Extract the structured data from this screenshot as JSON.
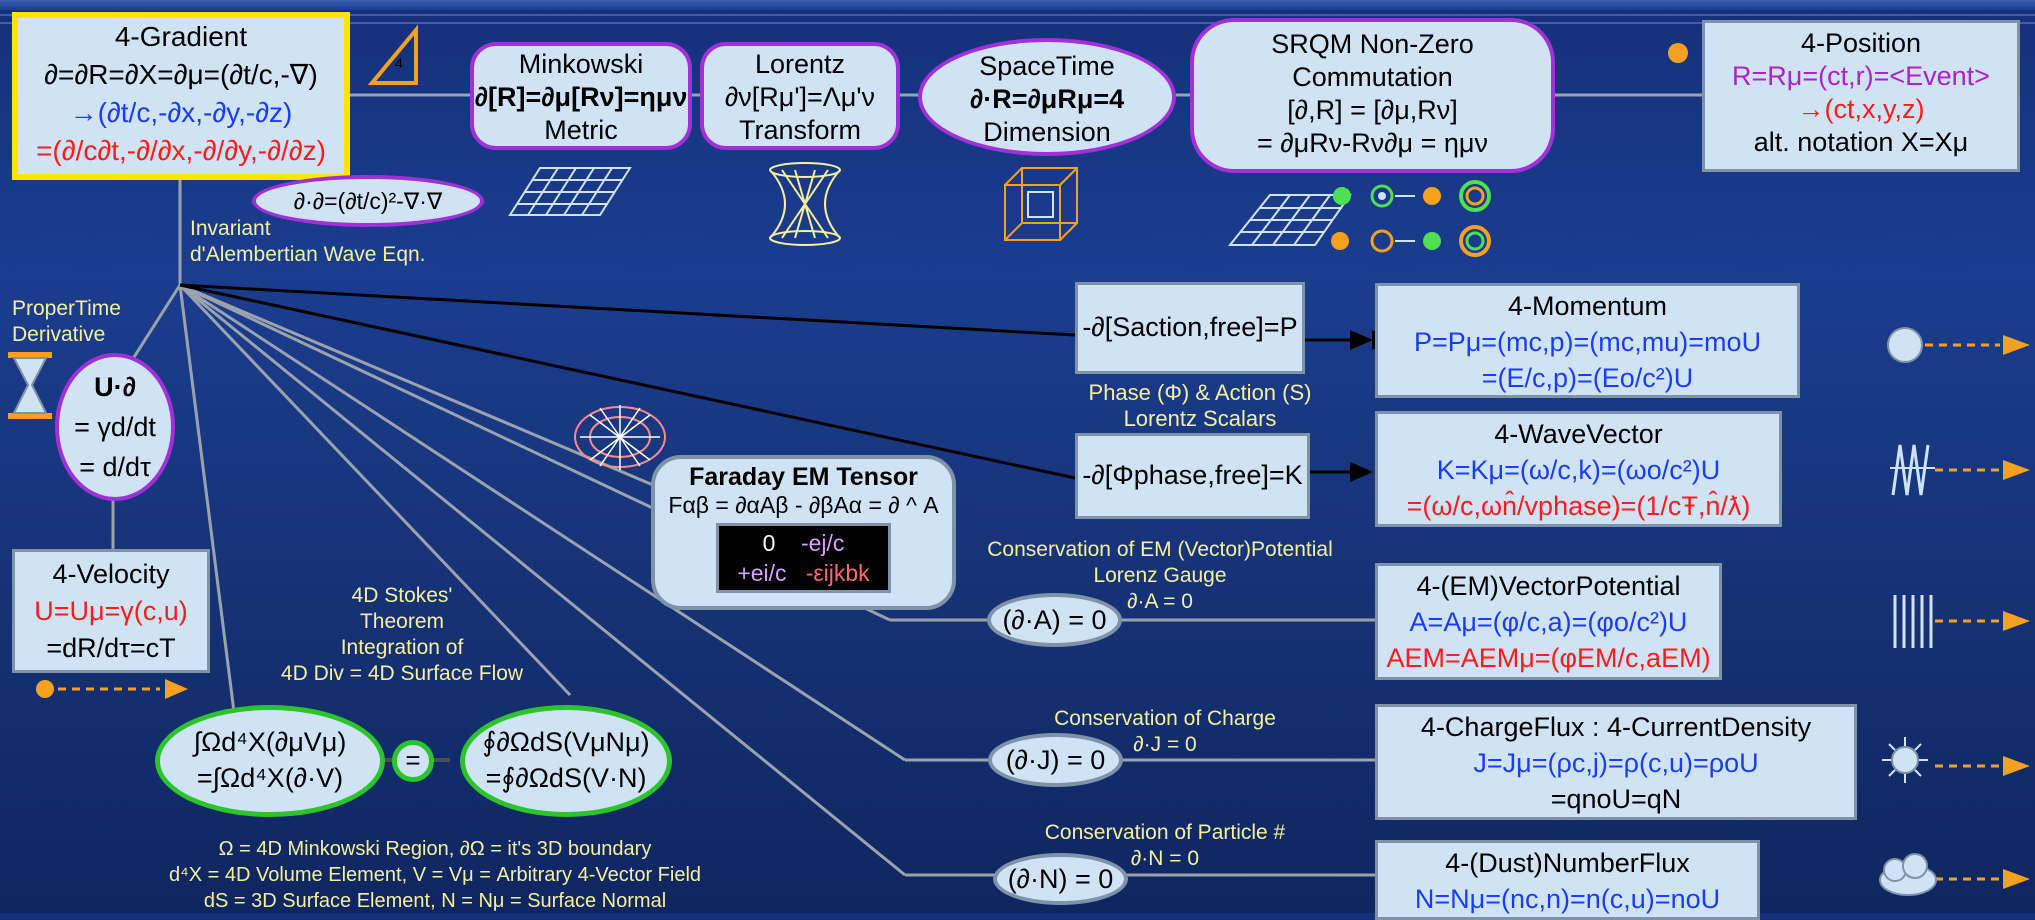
{
  "gradient": {
    "title": "4-Gradient",
    "line1": "∂=∂R=∂X=∂μ=(∂t/c,-∇)",
    "line2": "→(∂t/c,-∂x,-∂y,-∂z)",
    "line3": "=(∂/c∂t,-∂/∂x,-∂/∂y,-∂/∂z)"
  },
  "triangle_label": "4",
  "dalembert": {
    "formula": "∂·∂=(∂t/c)²-∇·∇",
    "label1": "Invariant",
    "label2": "d'Alembertian Wave Eqn."
  },
  "minkowski": {
    "l1": "Minkowski",
    "l2": "∂[R]=∂μ[Rν]=ημν",
    "l3": "Metric"
  },
  "lorentz": {
    "l1": "Lorentz",
    "l2": "∂ν[Rμ']=Λμ'ν",
    "l3": "Transform"
  },
  "spacetime": {
    "l1": "SpaceTime",
    "l2": "∂·R=∂μRμ=4",
    "l3": "Dimension"
  },
  "srqm": {
    "l1": "SRQM Non-Zero",
    "l2": "Commutation",
    "l3": "[∂,R] = [∂μ,Rν]",
    "l4": "= ∂μRν-Rν∂μ = ημν"
  },
  "position": {
    "title": "4-Position",
    "l1": "R=Rμ=(ct,r)=<Event>",
    "l2": "→(ct,x,y,z)",
    "l3": "alt. notation X=Xμ"
  },
  "propertime": {
    "label1": "ProperTime",
    "label2": "Derivative",
    "l1": "U·∂",
    "l2": "= γd/dt",
    "l3": "= d/dτ"
  },
  "velocity": {
    "title": "4-Velocity",
    "l1": "U=Uμ=γ(c,u)",
    "l2": "=dR/dτ=cT"
  },
  "action": {
    "text": "-∂[Saction,free]=P",
    "caption1": "Phase (Φ) & Action (S)",
    "caption2": "Lorentz Scalars"
  },
  "phase": {
    "text": "-∂[Φphase,free]=K"
  },
  "momentum": {
    "title": "4-Momentum",
    "l1": "P=Pμ=(mc,p)=(mc,mu)=moU",
    "l2": "=(E/c,p)=(Eo/c²)U"
  },
  "wavevector": {
    "title": "4-WaveVector",
    "l1": "K=Kμ=(ω/c,k)=(ωo/c²)U",
    "l2": "=(ω/c,ωn̂/vphase)=(1/cŦ,n̂/ƛ)"
  },
  "faraday": {
    "title": "Faraday EM Tensor",
    "formula": "Fαβ = ∂αAβ - ∂βAα = ∂ ^ A",
    "m11": "0",
    "m12": "-ej/c",
    "m21": "+ei/c",
    "m22": "-εijkbk"
  },
  "vecpot": {
    "label1": "Conservation of EM (Vector)Potential",
    "label2": "Lorenz Gauge",
    "label3": "∂·A = 0",
    "pill": "(∂·A) = 0",
    "title": "4-(EM)VectorPotential",
    "l1": "A=Aμ=(φ/c,a)=(φo/c²)U",
    "l2": "AEM=AEMμ=(φEM/c,aEM)"
  },
  "stokes": {
    "l1": "4D Stokes'",
    "l2": "Theorem",
    "l3": "Integration of",
    "l4": "4D Div = 4D Surface Flow",
    "left1": "∫Ωd⁴X(∂μVμ)",
    "left2": "=∫Ωd⁴X(∂·V)",
    "eq": "=",
    "right1": "∮∂ΩdS(VμNμ)",
    "right2": "=∮∂ΩdS(V·N)"
  },
  "charge": {
    "label1": "Conservation of Charge",
    "label2": "∂·J = 0",
    "pill": "(∂·J) = 0",
    "title": "4-ChargeFlux : 4-CurrentDensity",
    "l1": "J=Jμ=(ρc,j)=ρ(c,u)=ρoU",
    "l2": "=qnoU=qN"
  },
  "particle": {
    "label1": "Conservation of Particle #",
    "label2": "∂·N = 0",
    "pill": "(∂·N) = 0",
    "title": "4-(Dust)NumberFlux",
    "l1": "N=Nμ=(nc,n)=n(c,u)=noU"
  },
  "footnotes": {
    "f1": "Ω = 4D Minkowski Region, ∂Ω = it's 3D boundary",
    "f2": "d⁴X = 4D Volume Element, V = Vμ = Arbitrary 4-Vector Field",
    "f3": "dS = 3D Surface Element, N = Nμ = Surface Normal"
  },
  "colors": {
    "border_yellow": "#ffe600",
    "border_purple": "#a030d8",
    "border_green": "#2bc42b",
    "label_yellow": "#f4f09c",
    "box_fill": "#cfe3f5",
    "arrow_orange": "#f5a01e"
  }
}
